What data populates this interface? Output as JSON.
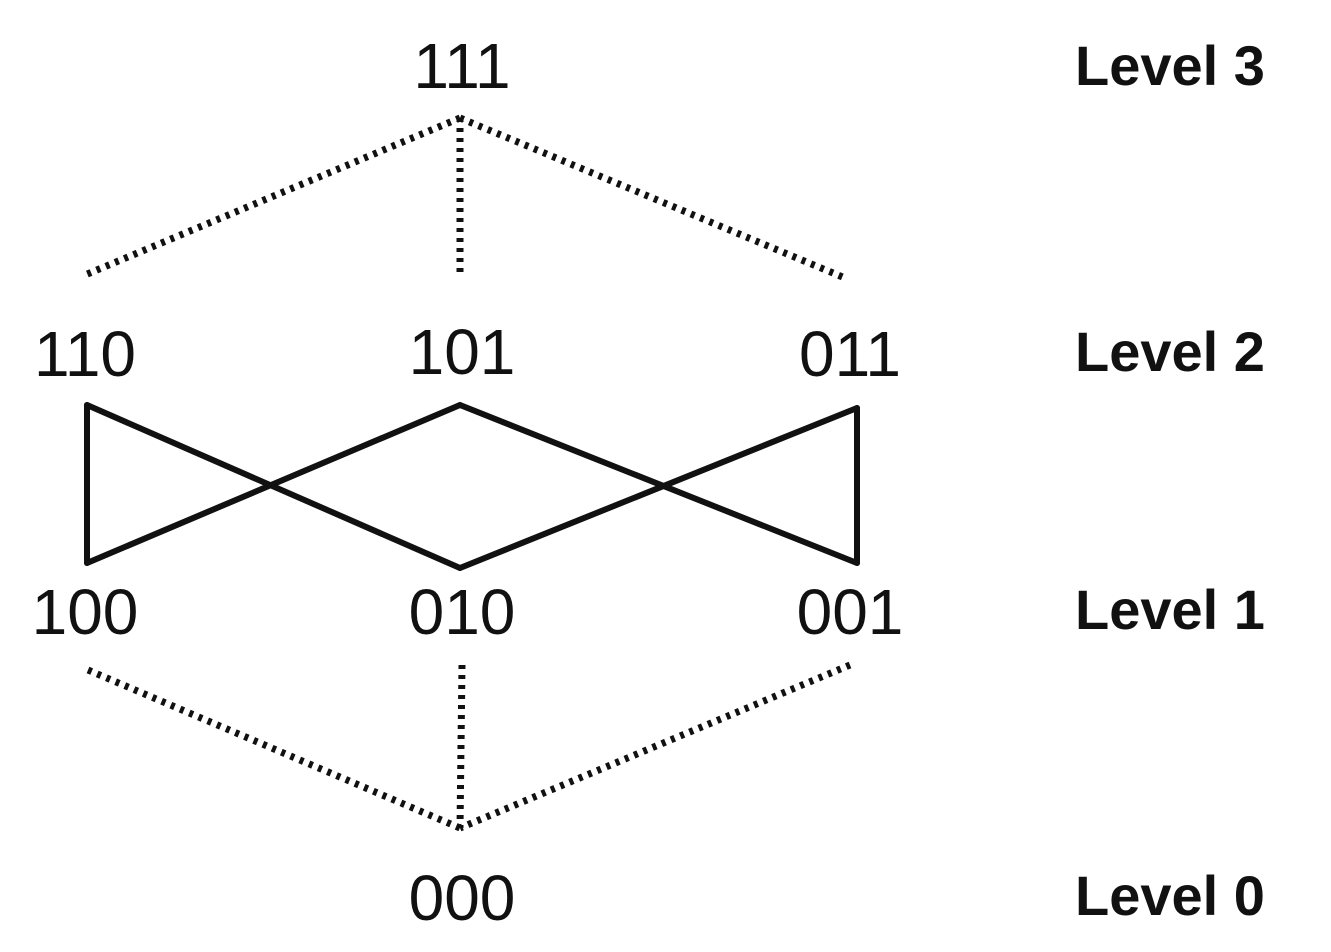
{
  "nodes": [
    "111",
    "110",
    "101",
    "011",
    "100",
    "010",
    "001",
    "000"
  ],
  "levels": [
    "Level 3",
    "Level 2",
    "Level 1",
    "Level 0"
  ],
  "edges": [
    {
      "from": "111",
      "to": "110",
      "style": "dotted"
    },
    {
      "from": "111",
      "to": "101",
      "style": "dotted"
    },
    {
      "from": "111",
      "to": "011",
      "style": "dotted"
    },
    {
      "from": "110",
      "to": "100",
      "style": "solid"
    },
    {
      "from": "110",
      "to": "010",
      "style": "solid"
    },
    {
      "from": "101",
      "to": "100",
      "style": "solid"
    },
    {
      "from": "101",
      "to": "001",
      "style": "solid"
    },
    {
      "from": "011",
      "to": "010",
      "style": "solid"
    },
    {
      "from": "011",
      "to": "001",
      "style": "solid"
    },
    {
      "from": "100",
      "to": "000",
      "style": "dotted"
    },
    {
      "from": "010",
      "to": "000",
      "style": "dotted"
    },
    {
      "from": "001",
      "to": "000",
      "style": "dotted"
    }
  ],
  "colors": {
    "line": "#111111",
    "background": "#ffffff"
  }
}
